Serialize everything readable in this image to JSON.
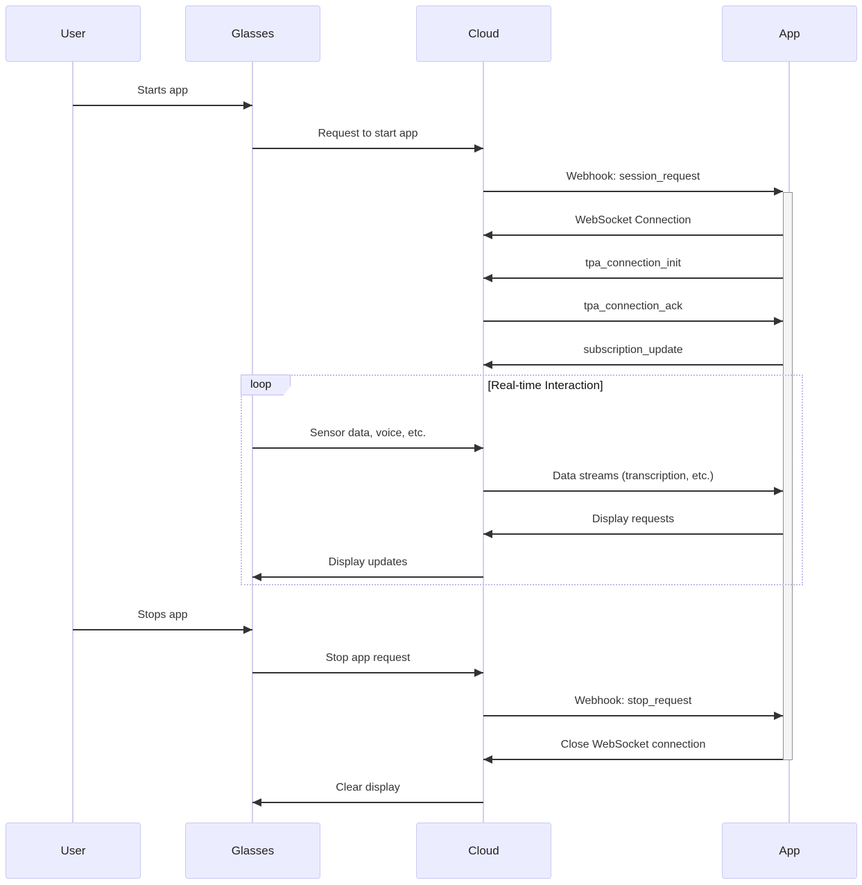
{
  "diagram": {
    "type": "sequence-diagram",
    "participants": [
      {
        "name": "User"
      },
      {
        "name": "Glasses"
      },
      {
        "name": "Cloud"
      },
      {
        "name": "App"
      }
    ],
    "messages": [
      {
        "label": "Starts app",
        "from": "User",
        "to": "Glasses"
      },
      {
        "label": "Request to start app",
        "from": "Glasses",
        "to": "Cloud"
      },
      {
        "label": "Webhook: session_request",
        "from": "Cloud",
        "to": "App"
      },
      {
        "label": "WebSocket Connection",
        "from": "App",
        "to": "Cloud"
      },
      {
        "label": "tpa_connection_init",
        "from": "App",
        "to": "Cloud"
      },
      {
        "label": "tpa_connection_ack",
        "from": "Cloud",
        "to": "App"
      },
      {
        "label": "subscription_update",
        "from": "App",
        "to": "Cloud"
      },
      {
        "label": "Sensor data, voice, etc.",
        "from": "Glasses",
        "to": "Cloud"
      },
      {
        "label": "Data streams (transcription, etc.)",
        "from": "Cloud",
        "to": "App"
      },
      {
        "label": "Display requests",
        "from": "App",
        "to": "Cloud"
      },
      {
        "label": "Display updates",
        "from": "Cloud",
        "to": "Glasses"
      },
      {
        "label": "Stops app",
        "from": "User",
        "to": "Glasses"
      },
      {
        "label": "Stop app request",
        "from": "Glasses",
        "to": "Cloud"
      },
      {
        "label": "Webhook: stop_request",
        "from": "Cloud",
        "to": "App"
      },
      {
        "label": "Close WebSocket connection",
        "from": "App",
        "to": "Cloud"
      },
      {
        "label": "Clear display",
        "from": "Cloud",
        "to": "Glasses"
      }
    ],
    "loop": {
      "label": "loop",
      "condition": "[Real-time Interaction]"
    },
    "activation": {
      "participant": "App"
    },
    "colors": {
      "participant_fill": "#ECECFF",
      "participant_border": "#C9C9F4",
      "lifeline": "#D7CDEE",
      "arrow": "#333333",
      "text": "#333333",
      "activation_fill": "#F4F4F4",
      "activation_border": "#909090",
      "loop_border": "#C3B9ED"
    }
  }
}
